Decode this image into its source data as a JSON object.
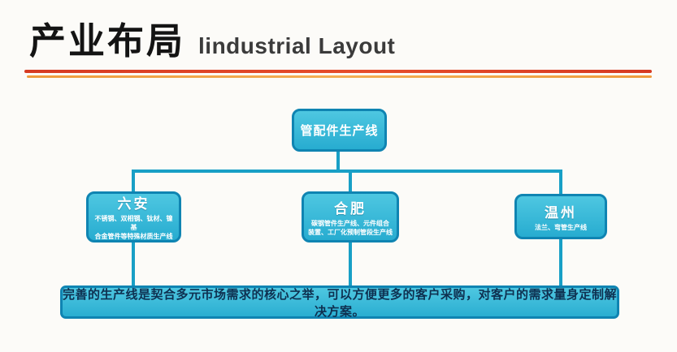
{
  "header": {
    "title_zh": "产业布局",
    "title_en": "lindustrial Layout"
  },
  "diagram": {
    "root_label": "管配件生产线",
    "nodes": [
      {
        "name": "六安",
        "desc_lines": [
          "不锈钢、双相钢、钛材、镍基",
          "合金管件等特殊材质生产线"
        ]
      },
      {
        "name": "合肥",
        "desc_lines": [
          "碳钢管件生产线、元件组合",
          "装置、工厂化预制管段生产线"
        ]
      },
      {
        "name": "温州",
        "desc_lines": [
          "法兰、弯管生产线"
        ]
      }
    ],
    "summary": "完善的生产线是契合多元市场需求的核心之举，可以方便更多的客户采购，对客户的需求量身定制解决方案。"
  },
  "colors": {
    "box_fill": "#2fb9d9",
    "box_border": "#0f84b2",
    "connector": "#189fc6",
    "divider_red": "#d63a22",
    "divider_orange": "#ef9c3e",
    "summary_text_color": "#0e3050"
  }
}
